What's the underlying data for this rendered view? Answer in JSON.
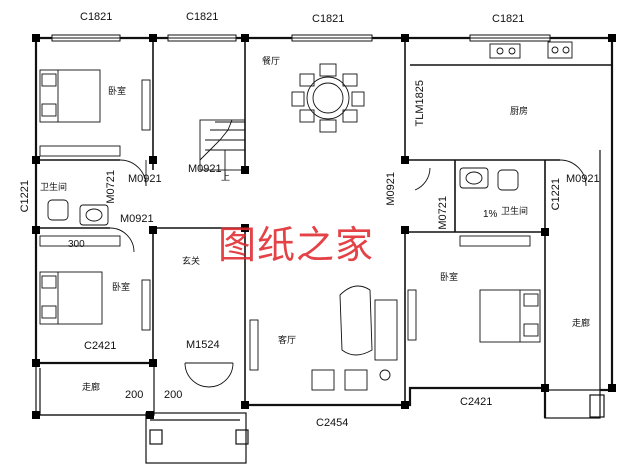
{
  "window_codes": {
    "top_1": "C1821",
    "top_2": "C1821",
    "top_3": "C1821",
    "top_4": "C1821",
    "left_mid": "C1221",
    "right_mid": "C1221",
    "left_bottom": "C2421",
    "right_bottom": "C2421",
    "bottom_center": "C2454",
    "kitchen_side": "TLM1825"
  },
  "door_codes": {
    "bath_left_top": "M0921",
    "bath_left_side": "M0721",
    "bath_left_bottom": "M0921",
    "stair_right": "M0921",
    "center_vertical": "M0921",
    "bath_right_side": "M0721",
    "right_corridor": "M0921",
    "entrance": "M1524"
  },
  "rooms": {
    "bedroom_tl": "卧室",
    "bedroom_bl": "卧室",
    "bedroom_r": "卧室",
    "dining": "餐厅",
    "kitchen": "厨房",
    "bath_left": "卫生间",
    "bath_right": "卫生间",
    "foyer": "玄关",
    "living": "客厅",
    "corridor_bottom": "走廊",
    "corridor_right": "走廊",
    "stairs_up": "上"
  },
  "misc": {
    "dim_300": "300",
    "dim_200_left": "200",
    "dim_200_right": "200",
    "slope": "1%"
  },
  "watermark": {
    "text": "图纸之家",
    "color": "#e0282e"
  }
}
